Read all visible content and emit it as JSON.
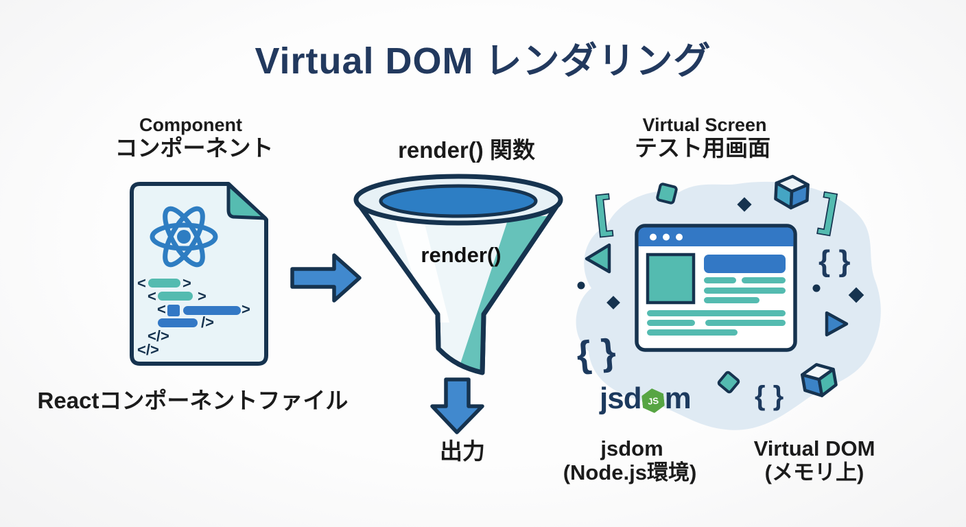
{
  "title": "Virtual DOM レンダリング",
  "component": {
    "label_en": "Component",
    "label_ja": "コンポーネント",
    "caption": "Reactコンポーネントファイル"
  },
  "render": {
    "label": "render() 関数",
    "funnel_text": "render()",
    "output_label": "出力"
  },
  "virtual_screen": {
    "label_en": "Virtual Screen",
    "label_ja": "テスト用画面",
    "jsdom_logo_part1": "jsd",
    "jsdom_logo_hex": "JS",
    "jsdom_logo_part2": "m",
    "caption_jsdom_line1": "jsdom",
    "caption_jsdom_line2": "(Node.js環境)",
    "caption_vdom_line1": "Virtual DOM",
    "caption_vdom_line2": "(メモリ上)"
  },
  "glyphs": {
    "lt": "<",
    "gt": ">",
    "close_tag": "</>",
    "self_close": "/>",
    "bracket_open": "[",
    "bracket_close": "]",
    "braces": "{ }"
  },
  "colors": {
    "navy_outline": "#16334f",
    "title_navy": "#22395e",
    "blue": "#3378c5",
    "arrow_blue": "#4189ce",
    "teal": "#54bbb0",
    "document_fill": "#e9f4f8",
    "blob_fill": "#dfeaf3",
    "node_green": "#57a543",
    "text_black": "#1b1b1b"
  }
}
